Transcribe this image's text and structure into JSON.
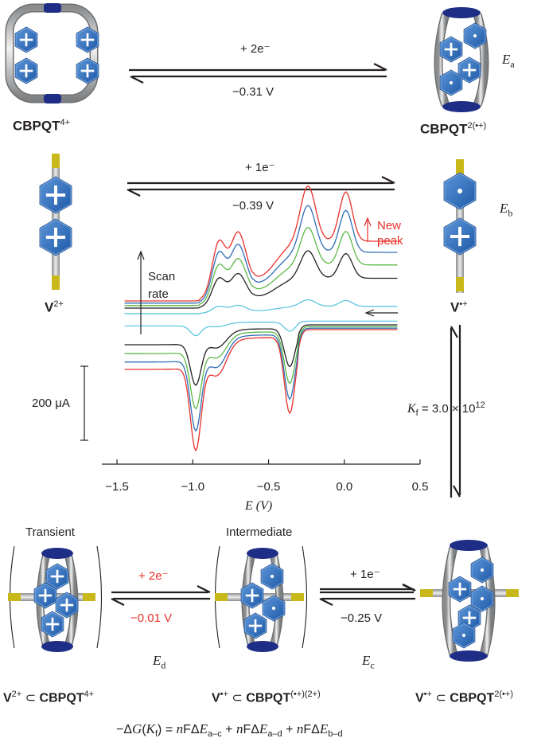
{
  "colors": {
    "blue": "#2f6db8",
    "navy": "#1e2e86",
    "red": "#e8312a",
    "black": "#231f20",
    "yellow": "#e3d31e"
  },
  "top": {
    "species_left": "CBPQT",
    "species_left_sup": "4+",
    "species_right": "CBPQT",
    "species_right_sup": "2(•+)",
    "arrow_top": "+ 2e⁻",
    "arrow_bottom": "−0.31 V",
    "energy_sym": "E",
    "energy_sub": "a"
  },
  "middle": {
    "species_left": "V",
    "species_left_sup": "2+",
    "species_right": "V",
    "species_right_sup": "•+",
    "arrow_top": "+ 1e⁻",
    "arrow_bottom": "−0.39 V",
    "energy_sym": "E",
    "energy_sub": "b"
  },
  "cv_plot": {
    "new_peak_label": [
      "New",
      "peak"
    ],
    "scan_rate_label": [
      "Scan",
      "rate"
    ],
    "scale_bar_label": "200 μA",
    "xlabel": "E (V)",
    "xticks": [
      "−1.5",
      "−1.0",
      "−0.5",
      "0.0",
      "0.5"
    ]
  },
  "chart_data": {
    "type": "line",
    "xlabel": "E (V)",
    "xlim": [
      -1.6,
      0.5
    ],
    "ylabel": "",
    "xticks": [
      -1.5,
      -1.0,
      -0.5,
      0.0,
      0.5
    ],
    "grid": false,
    "series": [
      {
        "color": "#e8312a",
        "ox_peaks_V": [
          -0.83,
          -0.7,
          -0.24,
          0.01
        ],
        "red_peaks_V": [
          -0.98,
          -0.36
        ],
        "scale": 1.0
      },
      {
        "color": "#2f6db8",
        "ox_peaks_V": [
          -0.83,
          -0.7,
          -0.24,
          0.01
        ],
        "red_peaks_V": [
          -0.98,
          -0.36
        ],
        "scale": 0.85
      },
      {
        "color": "#5cb848",
        "ox_peaks_V": [
          -0.83,
          -0.7,
          -0.24,
          0.01
        ],
        "red_peaks_V": [
          -0.98,
          -0.36
        ],
        "scale": 0.68
      },
      {
        "color": "#231f20",
        "ox_peaks_V": [
          -0.83,
          -0.7,
          -0.24,
          0.01
        ],
        "red_peaks_V": [
          -0.98,
          -0.36
        ],
        "scale": 0.5
      },
      {
        "color": "#5fc6e0",
        "ox_peaks_V": [
          -0.83,
          -0.7,
          -0.24,
          0.01
        ],
        "red_peaks_V": [
          -0.98,
          -0.36
        ],
        "scale": 0.12
      }
    ]
  },
  "right_equilibrium": {
    "k_sym": "K",
    "k_sub": "f",
    "k_value": "= 3.0 × 10",
    "k_exp": "12"
  },
  "bottom": {
    "transient_label": "Transient",
    "intermediate_label": "Intermediate",
    "arrow1_top": "+ 2e⁻",
    "arrow1_bottom": "−0.01 V",
    "arrow1_energy_sym": "E",
    "arrow1_energy_sub": "d",
    "arrow2_top": "+ 1e⁻",
    "arrow2_bottom": "−0.25 V",
    "arrow2_energy_sym": "E",
    "arrow2_energy_sub": "c",
    "complex1": {
      "a": "V",
      "a_sup": "2+",
      "b": "CBPQT",
      "b_sup": "4+"
    },
    "complex2": {
      "a": "V",
      "a_sup": "•+",
      "b": "CBPQT",
      "b_sup": "(•+)(2+)"
    },
    "complex3": {
      "a": "V",
      "a_sup": "•+",
      "b": "CBPQT",
      "b_sup": "2(•+)"
    },
    "subset_symbol": "⊂"
  },
  "equation": {
    "minus": "−Δ",
    "G": "G",
    "K": "K",
    "f": "f",
    "eq": ") = ",
    "n": "n",
    "F": "FΔ",
    "E": "E",
    "ac": "a–c",
    "ad": "a–d",
    "bd": "b–d",
    "plus": " + "
  }
}
